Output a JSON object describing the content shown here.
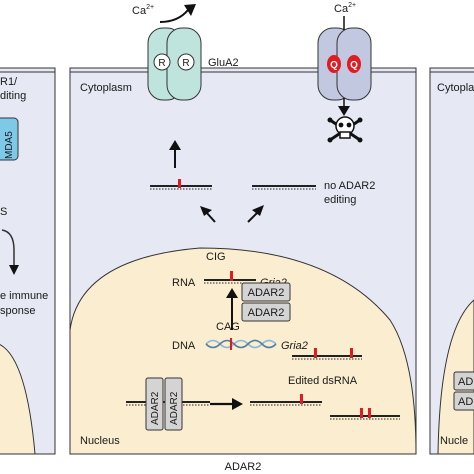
{
  "colors": {
    "cytoplasm": "#e6e8f4",
    "nucleus": "#fbeed0",
    "glua2_R": "#bfe3dd",
    "glua2_Q": "#c2c8df",
    "q_mark": "#e11b22",
    "edit_mark": "#e11b22",
    "adar": "#d4d4d4",
    "mda5": "#7fc9e8"
  },
  "left_panel": {
    "label_top": "R1/",
    "label_editing": "diting",
    "mda5": "MDA5",
    "s_letter": "S",
    "immune_1": "e immune",
    "immune_2": "sponse"
  },
  "center_panel": {
    "ca_left": "Ca",
    "ca_right": "Ca",
    "superscript": "2+",
    "glua2_label": "GluA2",
    "r_letter": "R",
    "q_letter": "Q",
    "cytoplasm_label": "Cytoplasm",
    "no_adar2_line1": "no ADAR2",
    "no_adar2_line2": "editing",
    "cig": "CIG",
    "rna": "RNA",
    "gria2": "Gria2",
    "adar2": "ADAR2",
    "cag": "CAG",
    "dna": "DNA",
    "edited_dsrna": "Edited dsRNA",
    "nucleus_label": "Nucleus",
    "bottom_caption": "ADAR2",
    "skull_icon": "skull-crossbones-icon"
  },
  "right_panel": {
    "cytoplasm_label": "Cytopla",
    "nucleus_label": "Nucle",
    "adar_a": "AD",
    "adar_b": "AD"
  }
}
